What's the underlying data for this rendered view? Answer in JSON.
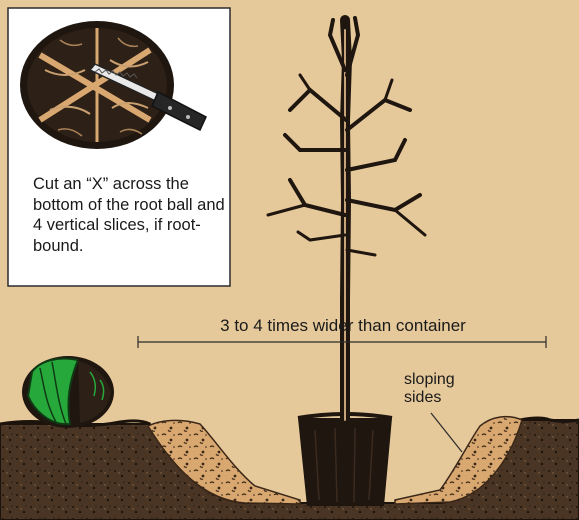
{
  "colors": {
    "background": "#e6c99a",
    "soil": "#4a3524",
    "amended_soil": "#d9a870",
    "bark": "#1f1610",
    "leaf_green": "#27a83a",
    "line": "#2b2b2b"
  },
  "inset": {
    "caption": "Cut an “X” across the bottom of the root ball and 4 vertical slices, if root-bound.",
    "image": "root-ball-with-knife-icon"
  },
  "labels": {
    "width": "3 to 4 times wider than container",
    "sloping_sides_line1": "sloping",
    "sloping_sides_line2": "sides"
  },
  "icons": [
    "tree-icon",
    "root-ball-icon",
    "knife-icon",
    "burlap-ball-icon",
    "soil-icon"
  ]
}
